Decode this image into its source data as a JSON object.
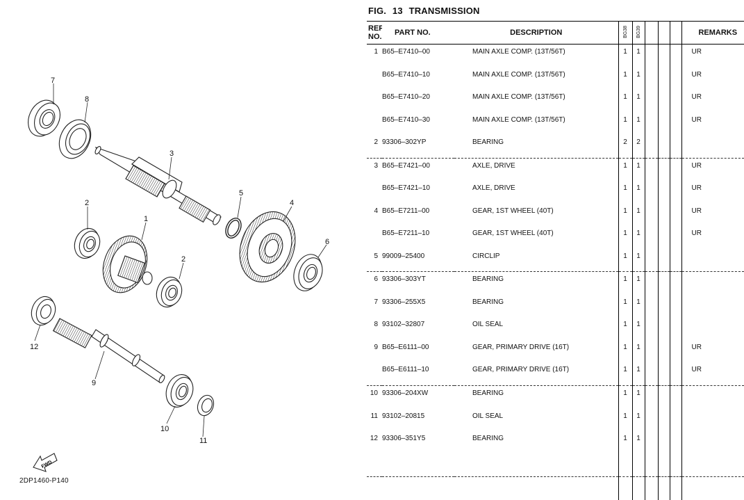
{
  "figure": {
    "label": "FIG.",
    "number": "13",
    "title": "TRANSMISSION",
    "diagram_code": "2DP1460-P140"
  },
  "diagram": {
    "callouts": [
      "7",
      "8",
      "3",
      "2",
      "1",
      "5",
      "4",
      "6",
      "2",
      "12",
      "9",
      "10",
      "11"
    ],
    "fwd_label": "FWD"
  },
  "table": {
    "headers": {
      "ref": "REF.",
      "no": "NO.",
      "part_no": "PART NO.",
      "description": "DESCRIPTION",
      "model1": "BG38",
      "model2": "BG39",
      "remarks": "REMARKS"
    },
    "rows": [
      {
        "ref": "1",
        "part": "B65–E7410–00",
        "desc": "MAIN AXLE COMP. (13T/56T)",
        "q1": "1",
        "q2": "1",
        "rem": "UR",
        "group_start": false
      },
      {
        "ref": "",
        "part": "B65–E7410–10",
        "desc": "MAIN AXLE COMP. (13T/56T)",
        "q1": "1",
        "q2": "1",
        "rem": "UR",
        "group_start": false
      },
      {
        "ref": "",
        "part": "B65–E7410–20",
        "desc": "MAIN AXLE COMP. (13T/56T)",
        "q1": "1",
        "q2": "1",
        "rem": "UR",
        "group_start": false
      },
      {
        "ref": "",
        "part": "B65–E7410–30",
        "desc": "MAIN AXLE COMP. (13T/56T)",
        "q1": "1",
        "q2": "1",
        "rem": "UR",
        "group_start": false
      },
      {
        "ref": "2",
        "part": "93306–302YP",
        "desc": "BEARING",
        "q1": "2",
        "q2": "2",
        "rem": "",
        "group_start": false
      },
      {
        "ref": "3",
        "part": "B65–E7421–00",
        "desc": "AXLE, DRIVE",
        "q1": "1",
        "q2": "1",
        "rem": "UR",
        "group_start": true
      },
      {
        "ref": "",
        "part": "B65–E7421–10",
        "desc": "AXLE, DRIVE",
        "q1": "1",
        "q2": "1",
        "rem": "UR",
        "group_start": false
      },
      {
        "ref": "4",
        "part": "B65–E7211–00",
        "desc": "GEAR, 1ST WHEEL (40T)",
        "q1": "1",
        "q2": "1",
        "rem": "UR",
        "group_start": false
      },
      {
        "ref": "",
        "part": "B65–E7211–10",
        "desc": "GEAR, 1ST WHEEL (40T)",
        "q1": "1",
        "q2": "1",
        "rem": "UR",
        "group_start": false
      },
      {
        "ref": "5",
        "part": "99009–25400",
        "desc": "CIRCLIP",
        "q1": "1",
        "q2": "1",
        "rem": "",
        "group_start": false
      },
      {
        "ref": "6",
        "part": "93306–303YT",
        "desc": "BEARING",
        "q1": "1",
        "q2": "1",
        "rem": "",
        "group_start": true
      },
      {
        "ref": "7",
        "part": "93306–255X5",
        "desc": "BEARING",
        "q1": "1",
        "q2": "1",
        "rem": "",
        "group_start": false
      },
      {
        "ref": "8",
        "part": "93102–32807",
        "desc": "OIL SEAL",
        "q1": "1",
        "q2": "1",
        "rem": "",
        "group_start": false
      },
      {
        "ref": "9",
        "part": "B65–E6111–00",
        "desc": "GEAR, PRIMARY DRIVE (16T)",
        "q1": "1",
        "q2": "1",
        "rem": "UR",
        "group_start": false
      },
      {
        "ref": "",
        "part": "B65–E6111–10",
        "desc": "GEAR, PRIMARY DRIVE (16T)",
        "q1": "1",
        "q2": "1",
        "rem": "UR",
        "group_start": false
      },
      {
        "ref": "10",
        "part": "93306–204XW",
        "desc": "BEARING",
        "q1": "1",
        "q2": "1",
        "rem": "",
        "group_start": true
      },
      {
        "ref": "11",
        "part": "93102–20815",
        "desc": "OIL SEAL",
        "q1": "1",
        "q2": "1",
        "rem": "",
        "group_start": false
      },
      {
        "ref": "12",
        "part": "93306–351Y5",
        "desc": "BEARING",
        "q1": "1",
        "q2": "1",
        "rem": "",
        "group_start": false
      }
    ]
  }
}
